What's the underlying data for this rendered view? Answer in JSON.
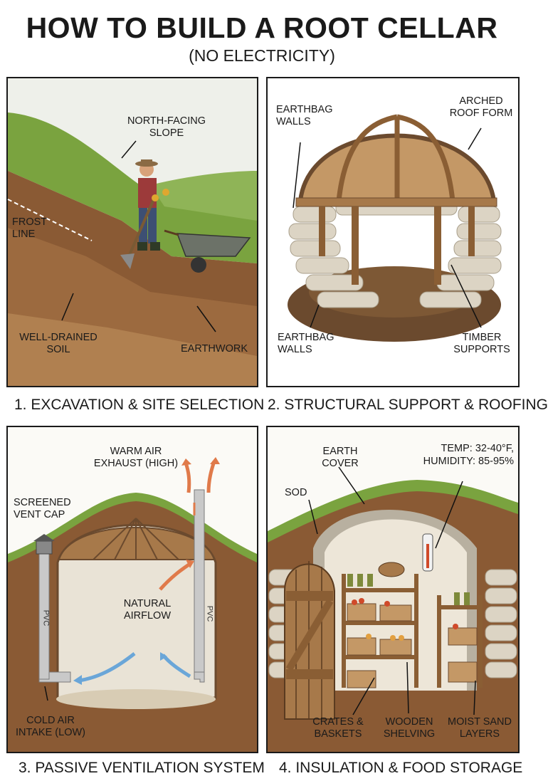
{
  "title": "HOW TO BUILD A ROOT CELLAR",
  "subtitle": "(NO ELECTRICITY)",
  "panels": [
    {
      "caption": "1. EXCAVATION & SITE SELECTION",
      "labels": {
        "slope": "NORTH-FACING SLOPE",
        "frost": "FROST LINE",
        "soil": "WELL-DRAINED SOIL",
        "earthwork": "EARTHWORK"
      }
    },
    {
      "caption": "2. STRUCTURAL SUPPORT & ROOFING",
      "labels": {
        "walls_top": "EARTHBAG WALLS",
        "roof": "ARCHED ROOF FORM",
        "walls_bottom": "EARTHBAG WALLS",
        "timber": "TIMBER SUPPORTS"
      }
    },
    {
      "caption": "3. PASSIVE VENTILATION SYSTEM",
      "labels": {
        "warm": "WARM AIR EXHAUST (HIGH)",
        "vent": "SCREENED VENT CAP",
        "airflow": "NATURAL AIRFLOW",
        "cold": "COLD AIR INTAKE (LOW)",
        "pvc": "PVC"
      }
    },
    {
      "caption": "4. INSULATION & FOOD STORAGE",
      "labels": {
        "earth": "EARTH COVER",
        "temp": "TEMP: 32-40°F,",
        "humidity": "HUMIDITY: 85-95%",
        "sod": "SOD",
        "crates": "CRATES & BASKETS",
        "shelving": "WOODEN SHELVING",
        "sand": "MOIST SAND LAYERS"
      }
    }
  ],
  "colors": {
    "grass": "#7aa33f",
    "soil": "#8a5a34",
    "wood": "#a7794a",
    "bag": "#dcd4c4",
    "arrow_warm": "#e07a4a",
    "arrow_cold": "#6aa6d8",
    "pipe": "#c9c9c9"
  }
}
